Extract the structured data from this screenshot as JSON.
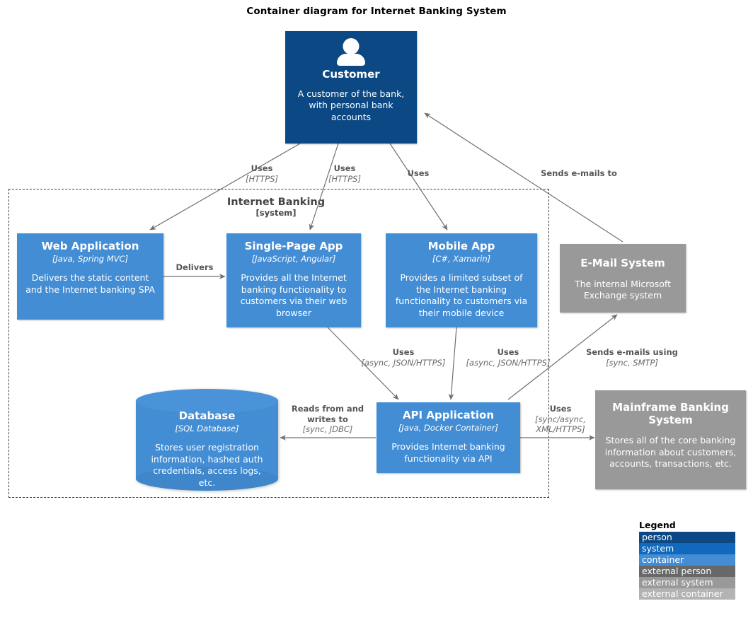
{
  "title": "Container diagram for Internet Banking System",
  "boundary": {
    "name": "Internet Banking",
    "type": "[system]"
  },
  "nodes": {
    "customer": {
      "name": "Customer",
      "tech": "",
      "desc": "A customer of the bank, with personal bank accounts",
      "kind": "person",
      "icon": "person-icon"
    },
    "web_application": {
      "name": "Web Application",
      "tech": "[Java, Spring MVC]",
      "desc": "Delivers the static content and the Internet banking SPA",
      "kind": "container"
    },
    "single_page_app": {
      "name": "Single-Page App",
      "tech": "[JavaScript, Angular]",
      "desc": "Provides all the Internet banking functionality to customers via their web browser",
      "kind": "container"
    },
    "mobile_app": {
      "name": "Mobile App",
      "tech": "[C#, Xamarin]",
      "desc": "Provides a limited subset of the Internet banking functionality to customers via their mobile device",
      "kind": "container"
    },
    "email_system": {
      "name": "E-Mail System",
      "tech": "",
      "desc": "The internal Microsoft Exchange system",
      "kind": "ext-system"
    },
    "database": {
      "name": "Database",
      "tech": "[SQL Database]",
      "desc": "Stores user registration information, hashed auth credentials, access logs, etc.",
      "kind": "container"
    },
    "api_application": {
      "name": "API Application",
      "tech": "[Java, Docker Container]",
      "desc": "Provides Internet banking functionality via API",
      "kind": "container"
    },
    "mainframe_banking_system": {
      "name": "Mainframe Banking System",
      "tech": "",
      "desc": "Stores all of the core banking information about customers, accounts, transactions, etc.",
      "kind": "ext-system"
    }
  },
  "edges": {
    "customer_to_web": {
      "text": "Uses",
      "tech": "[HTTPS]"
    },
    "customer_to_spa": {
      "text": "Uses",
      "tech": "[HTTPS]"
    },
    "customer_to_mobile": {
      "text": "Uses",
      "tech": ""
    },
    "email_to_customer": {
      "text": "Sends e-mails to",
      "tech": ""
    },
    "web_to_spa": {
      "text": "Delivers",
      "tech": ""
    },
    "spa_to_api": {
      "text": "Uses",
      "tech": "[async, JSON/HTTPS]"
    },
    "mobile_to_api": {
      "text": "Uses",
      "tech": "[async, JSON/HTTPS]"
    },
    "api_to_email": {
      "text": "Sends e-mails using",
      "tech": "[sync, SMTP]"
    },
    "api_to_database": {
      "text": "Reads from and writes to",
      "tech": "[sync, JDBC]"
    },
    "api_to_mainframe": {
      "text": "Uses",
      "tech": "[sync/async, XML/HTTPS]"
    }
  },
  "legend": {
    "title": "Legend",
    "rows": [
      {
        "label": "person",
        "color": "#0b4884"
      },
      {
        "label": "system",
        "color": "#1168bd"
      },
      {
        "label": "container",
        "color": "#438dd5"
      },
      {
        "label": "external person",
        "color": "#686868"
      },
      {
        "label": "external system",
        "color": "#999999"
      },
      {
        "label": "external container",
        "color": "#b3b3b3"
      }
    ]
  },
  "colors": {
    "person": "#0b4884",
    "system": "#1168bd",
    "container": "#438dd5",
    "external_person": "#686868",
    "external_system": "#999999",
    "external_container": "#b3b3b3",
    "edge": "#707070",
    "boundary": "#3f3f3f"
  }
}
